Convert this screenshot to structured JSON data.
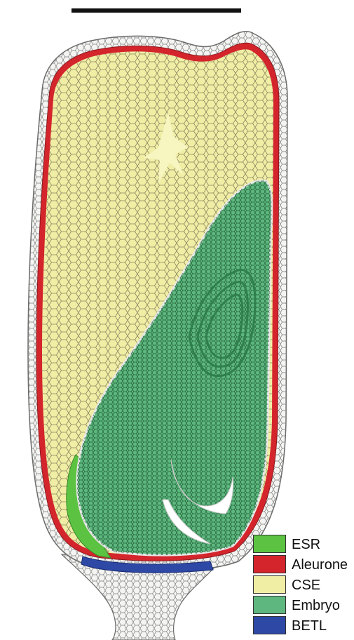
{
  "legend": [
    {
      "label": "ESR",
      "color": "#5cc342"
    },
    {
      "label": "Aleurone",
      "color": "#d4252c"
    },
    {
      "label": "CSE",
      "color": "#f0eda5"
    },
    {
      "label": "Embryo",
      "color": "#5eb77e"
    },
    {
      "label": "BETL",
      "color": "#2e48a6"
    }
  ],
  "colors": {
    "pericarp": "#f4f4f2",
    "pericarp_lines": "#6a6a6a",
    "embryo_dark": "#2f7f4d",
    "scale_bar": "#111111"
  }
}
